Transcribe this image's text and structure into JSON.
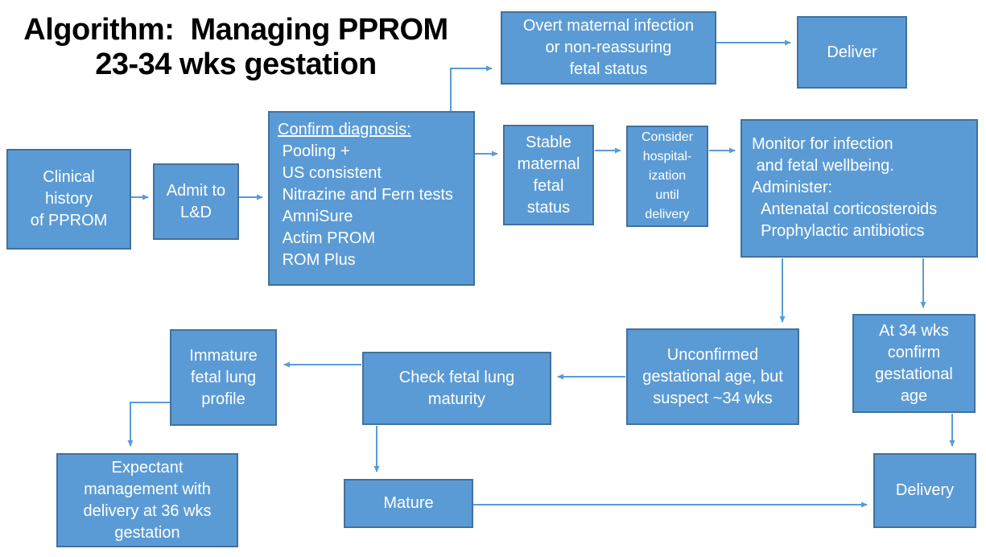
{
  "title": {
    "text": "Algorithm:  Managing PPROM\n23-34 wks gestation"
  },
  "colors": {
    "box_fill": "#5b9bd5",
    "box_border": "#41719c",
    "arrow": "#5b9bd5",
    "box_text": "#ffffff",
    "title_text": "#000000",
    "background": "#ffffff"
  },
  "nodes": {
    "overt": {
      "label": "Overt maternal infection\nor non-reassuring\nfetal status"
    },
    "deliver": {
      "label": "Deliver"
    },
    "clinical": {
      "label": "Clinical\nhistory\nof PPROM"
    },
    "admit": {
      "label": "Admit to\nL&D"
    },
    "confirm": {
      "heading": "Confirm diagnosis:",
      "items": " Pooling +\n US consistent\n Nitrazine and Fern tests\n AmniSure\n Actim PROM\n ROM Plus"
    },
    "stable": {
      "label": "Stable\nmaternal\nfetal\nstatus"
    },
    "consider": {
      "label": "Consider\nhospital-\nization\nuntil\ndelivery"
    },
    "monitor": {
      "label": "Monitor for infection\n and fetal wellbeing.\nAdminister:\n  Antenatal corticosteroids\n  Prophylactic antibiotics"
    },
    "unconfirmed": {
      "label": "Unconfirmed\ngestational age, but\nsuspect ~34 wks"
    },
    "at34": {
      "label": "At 34 wks\nconfirm\ngestational\nage"
    },
    "immature": {
      "label": "Immature\nfetal lung\nprofile"
    },
    "check": {
      "label": "Check fetal lung\nmaturity"
    },
    "expectant": {
      "label": "Expectant\nmanagement with\ndelivery at 36 wks\ngestation"
    },
    "mature": {
      "label": "Mature"
    },
    "delivery": {
      "label": "Delivery"
    }
  }
}
